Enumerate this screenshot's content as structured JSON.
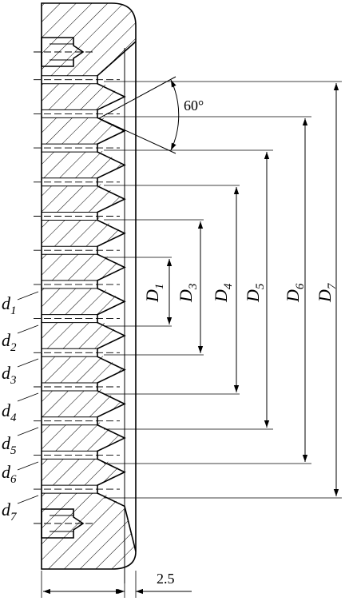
{
  "figure": {
    "angle_label": "60°",
    "width_label": "2.5",
    "d_labels": [
      {
        "base": "d",
        "sub": "1"
      },
      {
        "base": "d",
        "sub": "2"
      },
      {
        "base": "d",
        "sub": "3"
      },
      {
        "base": "d",
        "sub": "4"
      },
      {
        "base": "d",
        "sub": "5"
      },
      {
        "base": "d",
        "sub": "6"
      },
      {
        "base": "d",
        "sub": "7"
      }
    ],
    "D_labels": [
      {
        "base": "D",
        "sub": "1"
      },
      {
        "base": "D",
        "sub": "3"
      },
      {
        "base": "D",
        "sub": "4"
      },
      {
        "base": "D",
        "sub": "5"
      },
      {
        "base": "D",
        "sub": "6"
      },
      {
        "base": "D",
        "sub": "7"
      }
    ]
  }
}
